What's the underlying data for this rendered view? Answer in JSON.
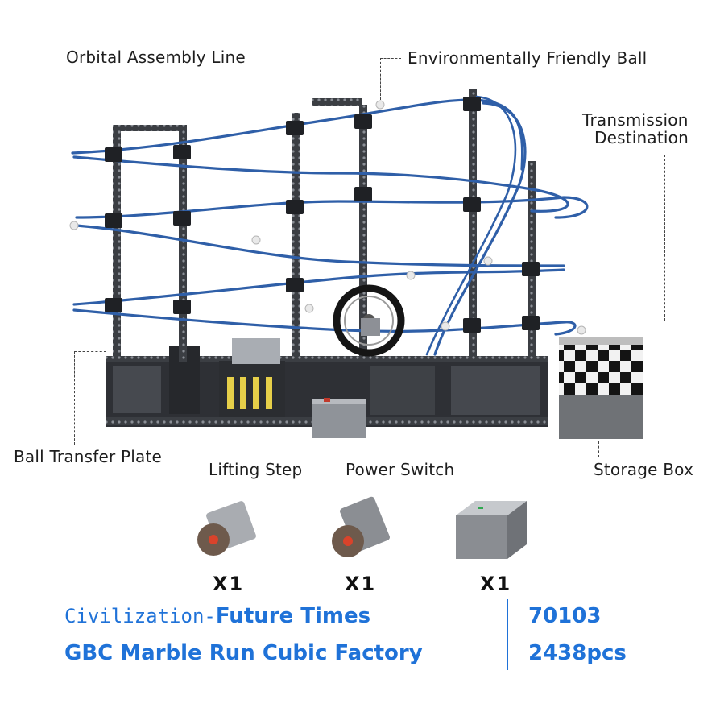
{
  "callouts": {
    "orbital": "Orbital Assembly Line",
    "ball": "Environmentally Friendly Ball",
    "transmission_line1": "Transmission",
    "transmission_line2": "Destination",
    "transfer": "Ball Transfer Plate",
    "lifting": "Lifting Step",
    "power": "Power Switch",
    "storage": "Storage Box"
  },
  "components": [
    {
      "quantity": "X1",
      "icon": "motor-icon"
    },
    {
      "quantity": "X1",
      "icon": "motor-icon"
    },
    {
      "quantity": "X1",
      "icon": "battery-box-icon"
    }
  ],
  "product": {
    "series_prefix": "Civilization-",
    "series_name": "Future Times",
    "name": "GBC Marble Run Cubic Factory",
    "model_number": "70103",
    "piece_count": "2438pcs"
  },
  "colors": {
    "accent": "#1f72d8",
    "track": "#2f5fa8",
    "frame": "#3a3d42"
  }
}
